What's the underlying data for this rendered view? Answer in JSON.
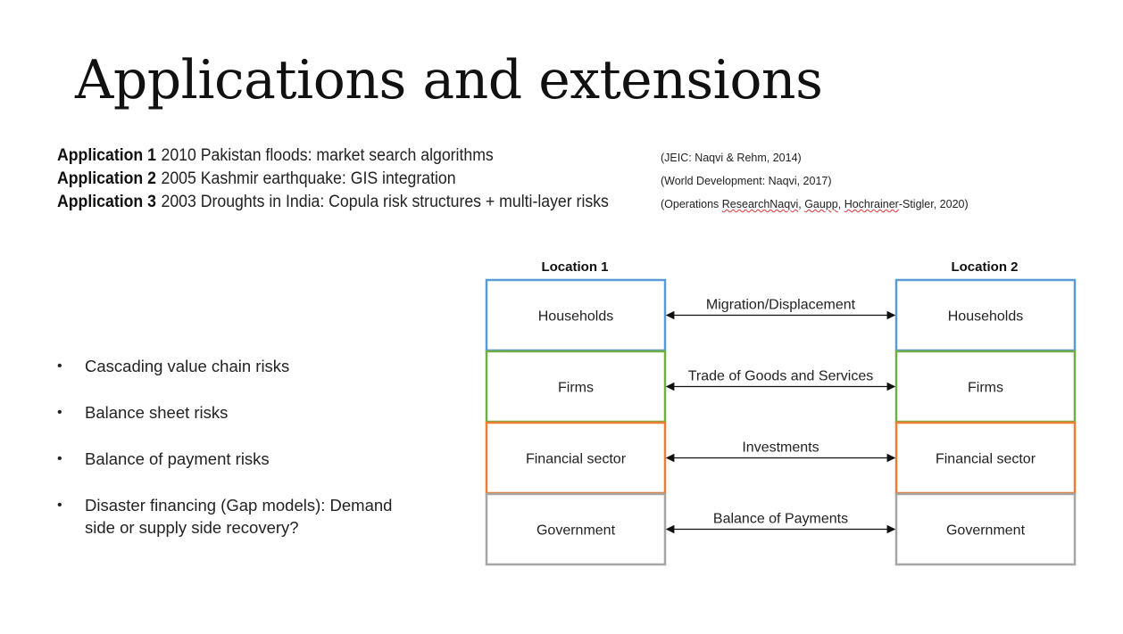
{
  "slide": {
    "title": "Applications and extensions"
  },
  "applications": [
    {
      "label": "Application 1",
      "text": "2010 Pakistan floods: market search algorithms",
      "ref": "(JEIC: Naqvi & Rehm, 2014)"
    },
    {
      "label": "Application 2",
      "text": "2005 Kashmir earthquake: GIS integration",
      "ref": "(World Development: Naqvi, 2017)"
    },
    {
      "label": "Application 3",
      "text": "2003 Droughts in India: Copula risk structures + multi-layer risks",
      "ref_parts": [
        "(Operations ",
        "ResearchNaqvi",
        ", ",
        "Gaupp",
        ", ",
        "Hochrainer",
        "-Stigler, 2020)"
      ]
    }
  ],
  "bullets": [
    "Cascading value chain risks",
    "Balance sheet risks",
    "Balance of payment risks",
    "Disaster financing (Gap models): Demand side or supply side recovery?"
  ],
  "diagram": {
    "location_1": "Location 1",
    "location_2": "Location 2",
    "layers": [
      {
        "left": "Households",
        "right": "Households",
        "link": "Migration/Displacement",
        "color": "#5b9bd5"
      },
      {
        "left": "Firms",
        "right": "Firms",
        "link": "Trade of Goods and Services",
        "color": "#70ad47"
      },
      {
        "left": "Financial sector",
        "right": "Financial sector",
        "link": "Investments",
        "color": "#ed7d31"
      },
      {
        "left": "Government",
        "right": "Government",
        "link": "Balance of Payments",
        "color": "#a5a5a5"
      }
    ]
  }
}
